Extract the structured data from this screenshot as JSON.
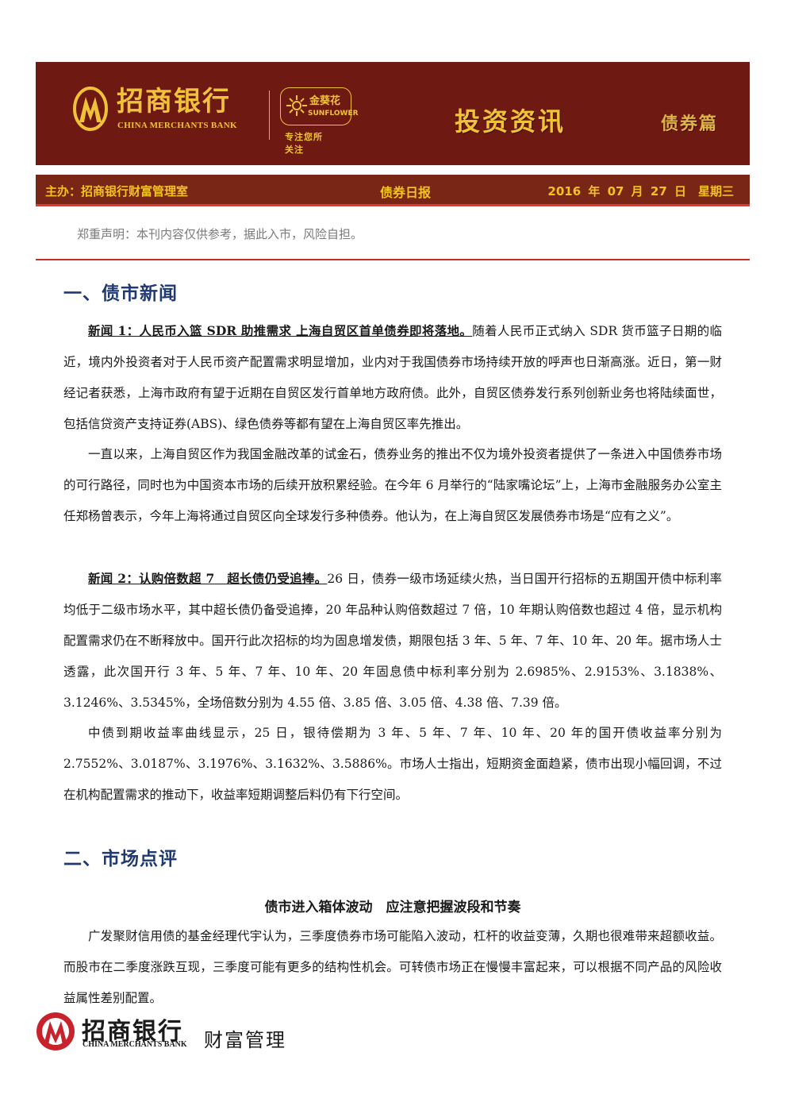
{
  "header": {
    "logo_cn": "招商银行",
    "logo_en": "CHINA MERCHANTS BANK",
    "sunflower_cn": "金葵花",
    "sunflower_en": "SUNFLOWER",
    "sunflower_slogan": "专注您所关注",
    "title": "投资资讯",
    "subtitle": "债券篇",
    "brand_color": "#6e1a12",
    "accent_color": "#f0c23a"
  },
  "infobar": {
    "host": "主办：招商银行财富管理室",
    "report": "债券日报",
    "date": "2016 年 07 月 27 日　星期三"
  },
  "disclaimer": "郑重声明：本刊内容仅供参考，据此入市，风险自担。",
  "section1": {
    "heading": "一、债市新闻",
    "news1_lead": "新闻 1：人民币入篮 SDR 助推需求 上海自贸区首单债券即将落地。",
    "news1_body": "随着人民币正式纳入 SDR 货币篮子日期的临近，境内外投资者对于人民币资产配置需求明显增加，业内对于我国债券市场持续开放的呼声也日渐高涨。近日，第一财经记者获悉，上海市政府有望于近期在自贸区发行首单地方政府债。此外，自贸区债券发行系列创新业务也将陆续面世，包括信贷资产支持证券(ABS)、绿色债券等都有望在上海自贸区率先推出。",
    "para2": "一直以来，上海自贸区作为我国金融改革的试金石，债券业务的推出不仅为境外投资者提供了一条进入中国债券市场的可行路径，同时也为中国资本市场的后续开放积累经验。在今年 6 月举行的“陆家嘴论坛”上，上海市金融服务办公室主任郑杨曾表示，今年上海将通过自贸区向全球发行多种债券。他认为，在上海自贸区发展债券市场是“应有之义”。",
    "news2_lead": "新闻 2：认购倍数超 7　超长债仍受追捧。",
    "news2_body": "26 日，债券一级市场延续火热，当日国开行招标的五期国开债中标利率均低于二级市场水平，其中超长债仍备受追捧，20 年品种认购倍数超过 7 倍，10 年期认购倍数也超过 4 倍，显示机构配置需求仍在不断释放中。国开行此次招标的均为固息增发债，期限包括 3 年、5 年、7 年、10 年、20 年。据市场人士透露，此次国开行 3 年、5 年、7 年、10 年、20 年固息债中标利率分别为 2.6985%、2.9153%、3.1838%、3.1246%、3.5345%，全场倍数分别为 4.55 倍、3.85 倍、3.05 倍、4.38 倍、7.39 倍。",
    "para4": "中债到期收益率曲线显示，25 日，银待偿期为 3 年、5 年、7 年、10 年、20 年的国开债收益率分别为 2.7552%、3.0187%、3.1976%、3.1632%、3.5886%。市场人士指出，短期资金面趋紧，债市出现小幅回调，不过在机构配置需求的推动下，收益率短期调整后料仍有下行空间。"
  },
  "section2": {
    "heading": "二、市场点评",
    "article_title": "债市进入箱体波动　应注意把握波段和节奏",
    "para1": "广发聚财信用债的基金经理代宇认为，三季度债券市场可能陷入波动，杠杆的收益变薄，久期也很难带来超额收益。而股市在二季度涨跌互现，三季度可能有更多的结构性机会。可转债市场正在慢慢丰富起来，可以根据不同产品的风险收益属性差别配置。"
  },
  "footer": {
    "logo_cn": "招商银行",
    "logo_en": "CHINA MERCHANTS BANK",
    "wealth": "财富管理",
    "logo_color": "#c8232c"
  }
}
